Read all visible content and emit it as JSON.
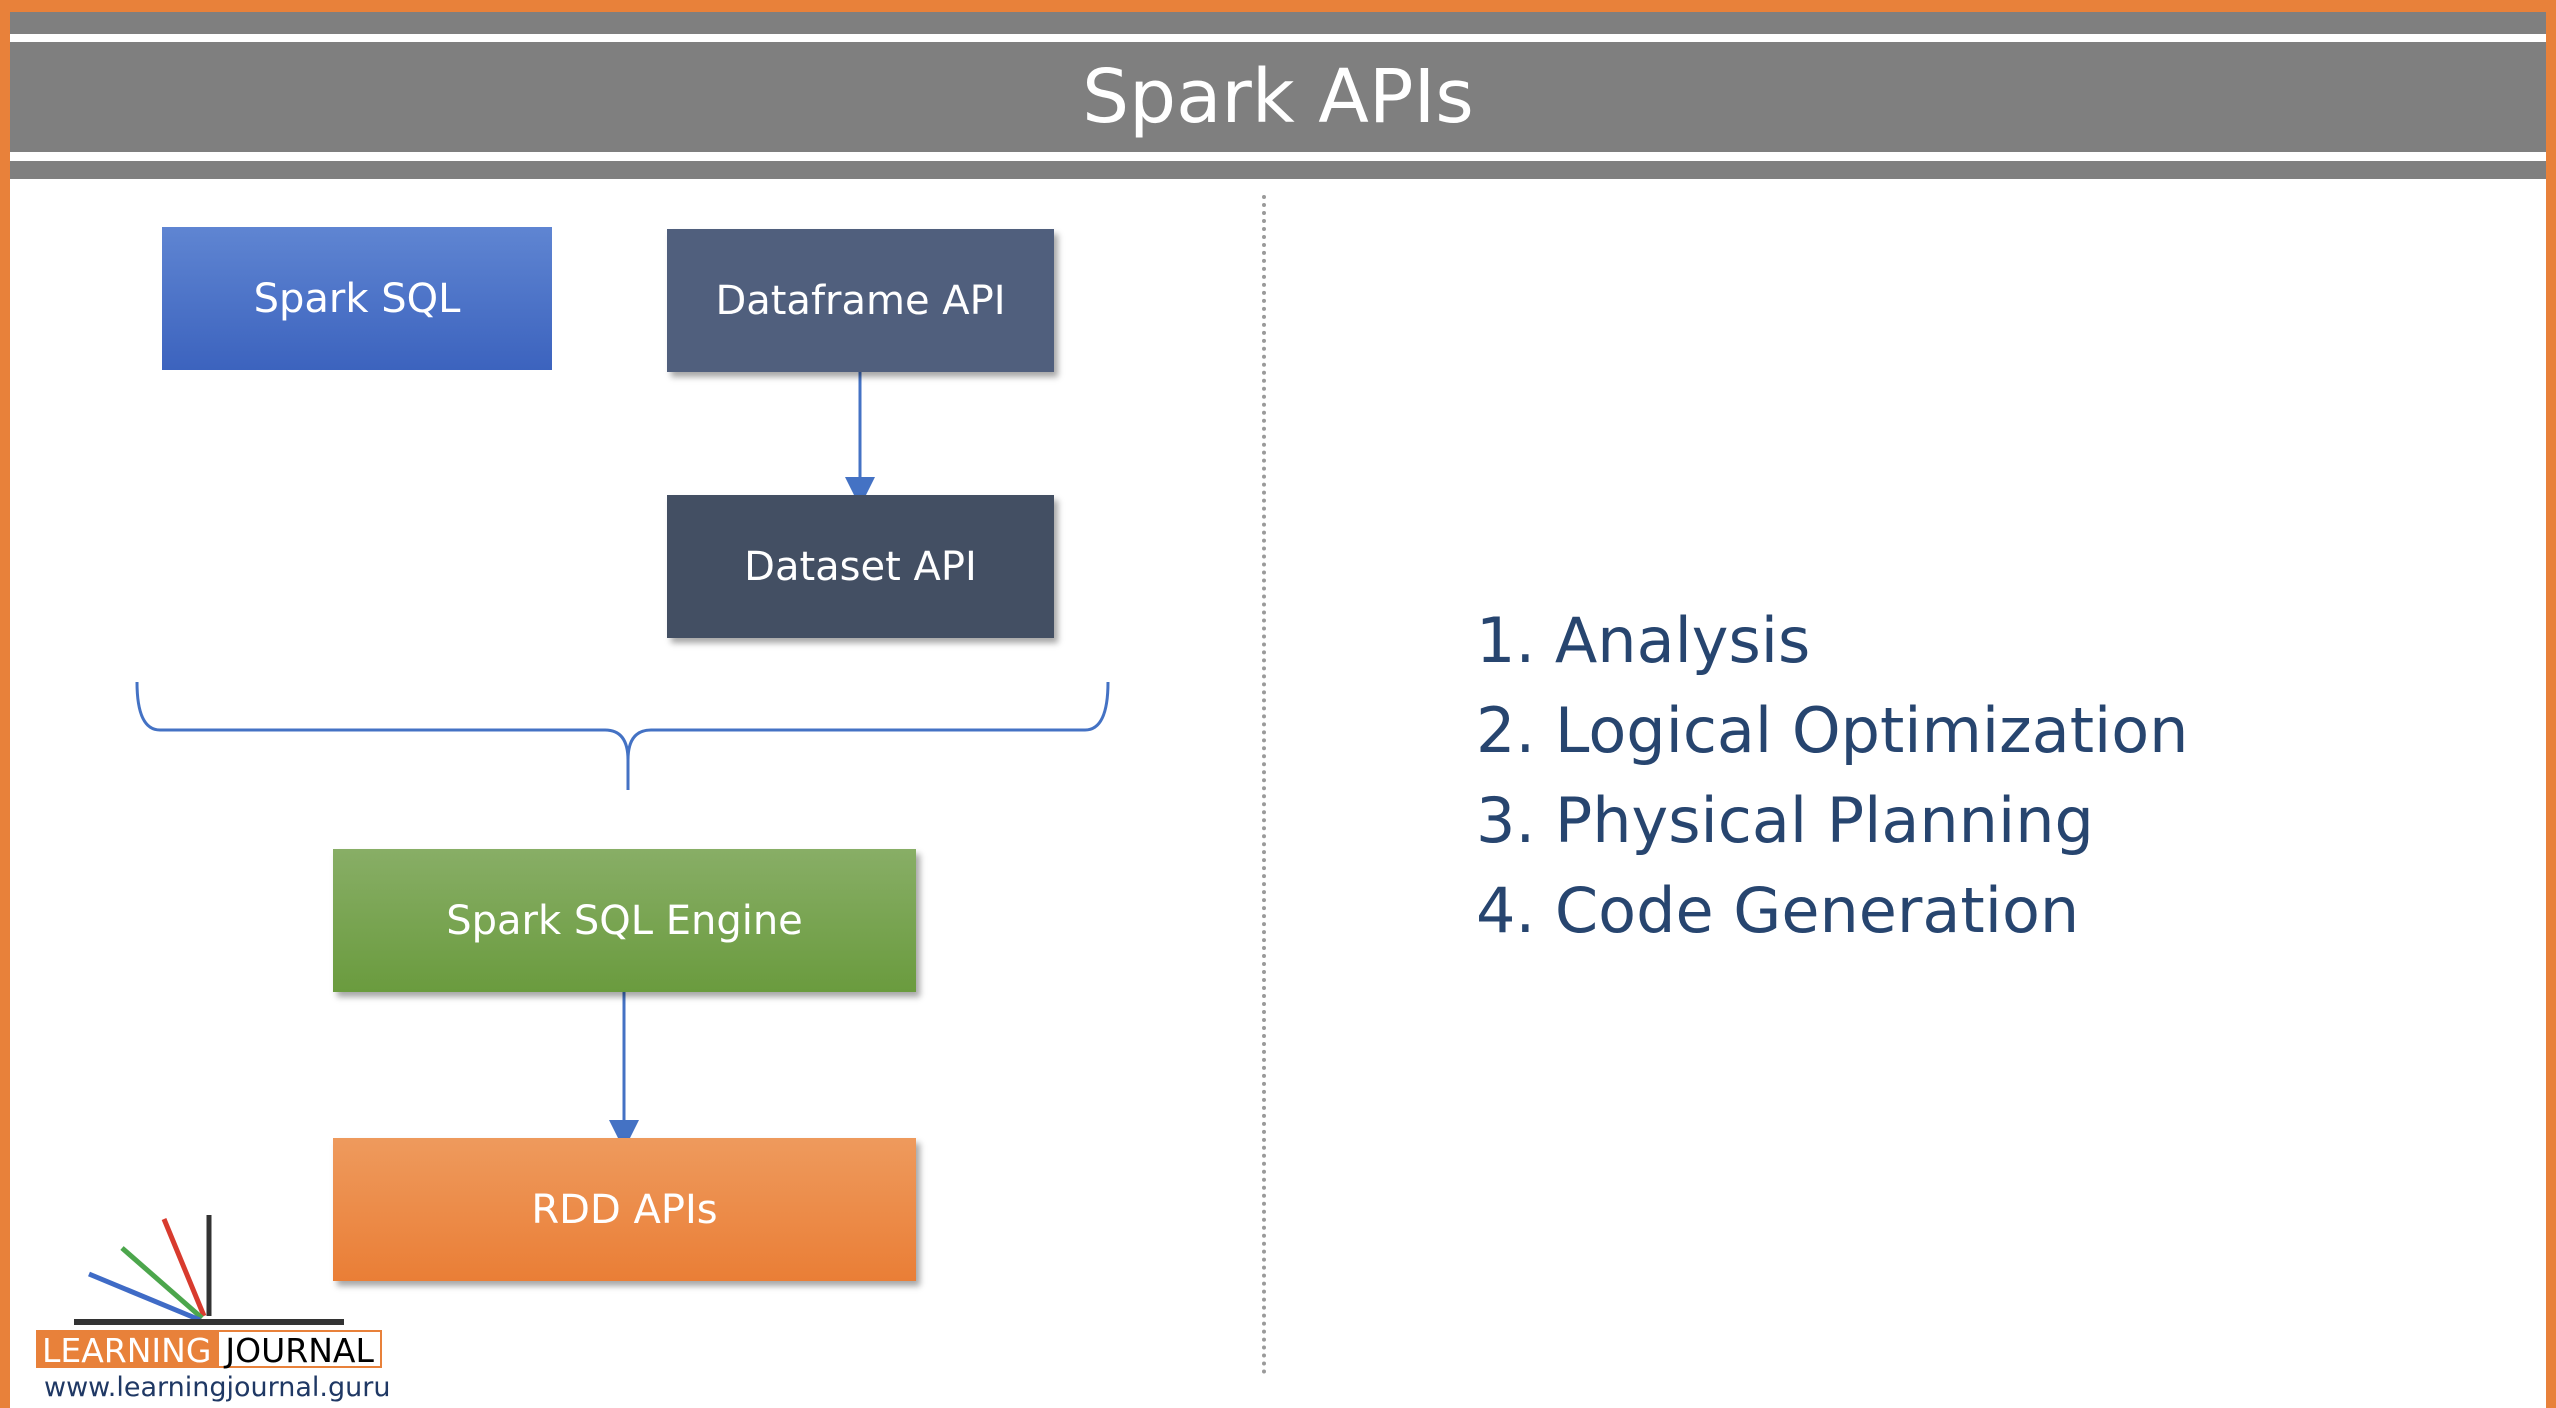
{
  "slide": {
    "title": "Spark APIs"
  },
  "diagram": {
    "boxes": {
      "spark_sql": "Spark SQL",
      "dataframe_api": "Dataframe API",
      "dataset_api": "Dataset API",
      "spark_sql_engine": "Spark SQL Engine",
      "rdd_apis": "RDD APIs"
    },
    "colors": {
      "spark_sql": "#3C63BE",
      "dataframe_api": "#505F7D",
      "dataset_api": "#434F63",
      "spark_sql_engine": "#6A9B3E",
      "rdd_apis": "#EA7E36",
      "connector": "#4472C4",
      "frame": "#E8813A",
      "title_band": "#7F7F7F",
      "steps_text": "#27456F"
    }
  },
  "steps": [
    "1. Analysis",
    "2. Logical Optimization",
    "3. Physical Planning",
    "4. Code Generation"
  ],
  "logo": {
    "word1": "LEARNING",
    "word2": "JOURNAL",
    "url": "www.learningjournal.guru"
  }
}
